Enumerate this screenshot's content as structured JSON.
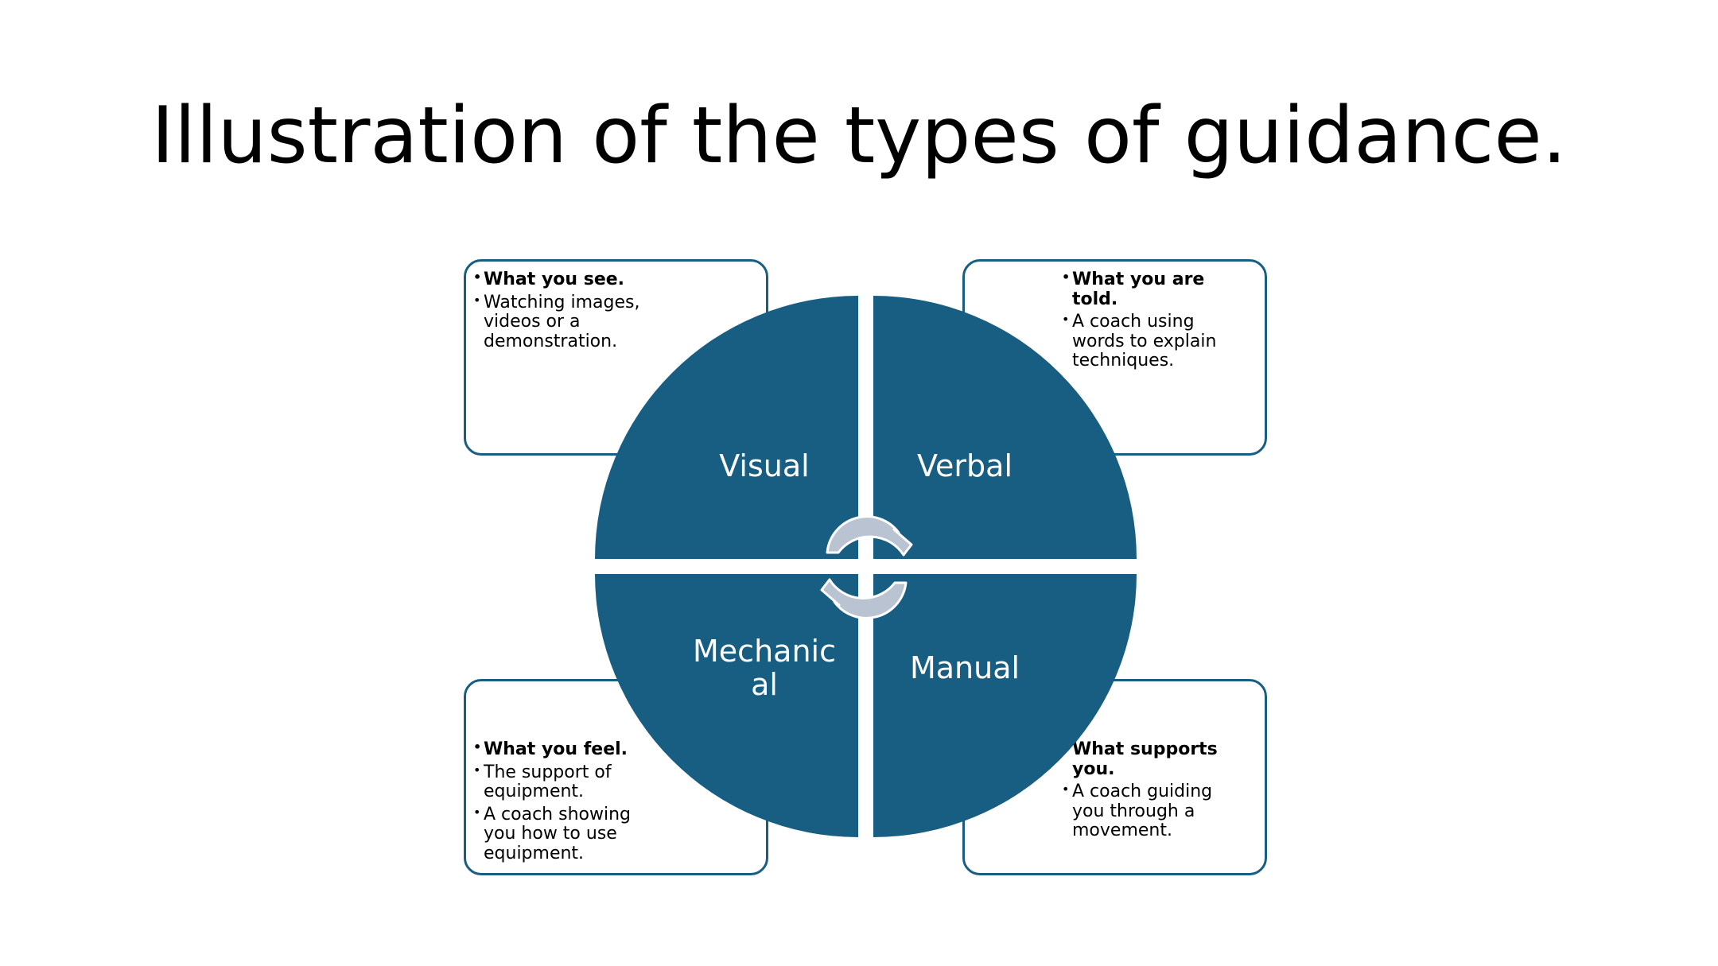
{
  "title": "Illustration of the types of guidance.",
  "colors": {
    "quadrant": "#175e82",
    "box_border": "#175e82",
    "arrow": "#b9c3d1"
  },
  "quadrants": {
    "visual": {
      "label": "Visual"
    },
    "verbal": {
      "label": "Verbal"
    },
    "mechanical": {
      "label_line1": "Mechanic",
      "label_line2": "al"
    },
    "manual": {
      "label": "Manual"
    }
  },
  "boxes": {
    "visual": {
      "heading": "What you see.",
      "items": [
        "Watching images, videos or a demonstration."
      ]
    },
    "verbal": {
      "heading": "What you are told.",
      "items": [
        "A coach using words to explain techniques."
      ]
    },
    "mechanical": {
      "heading": "What you feel.",
      "items": [
        "The support of equipment.",
        "A coach showing you  how to use equipment."
      ]
    },
    "manual": {
      "heading": "What supports you.",
      "items": [
        "A coach guiding you through a movement."
      ]
    }
  },
  "icons": [
    "cycle-arrow-icon",
    "cycle-arrow-icon"
  ]
}
